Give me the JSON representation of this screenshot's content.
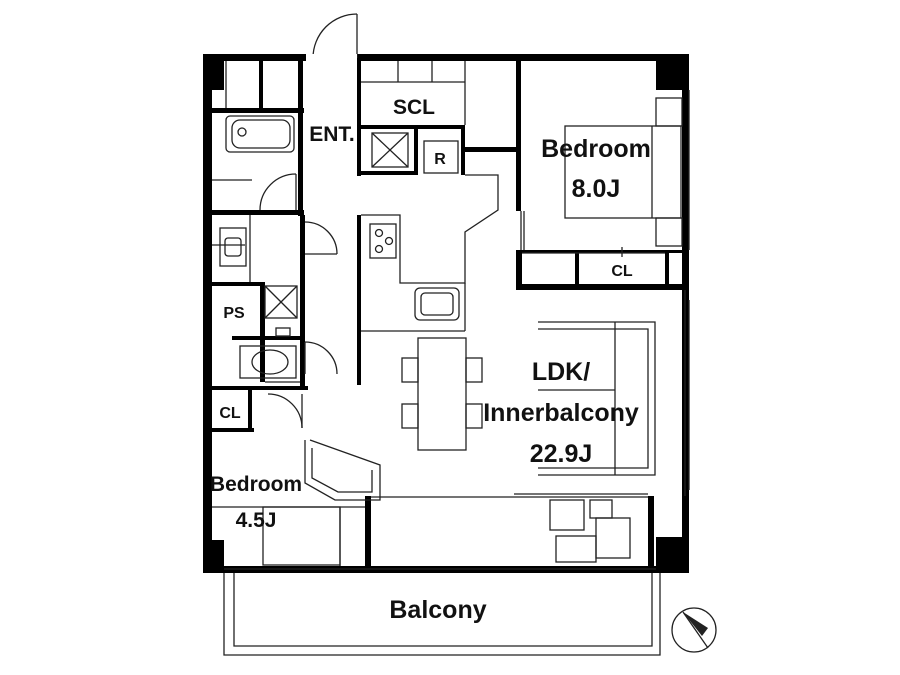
{
  "rooms": {
    "entrance": "ENT.",
    "shoe_closet": "SCL",
    "refrigerator": "R",
    "bedroom1_name": "Bedroom",
    "bedroom1_size": "8.0J",
    "bedroom1_closet": "CL",
    "pipe_space": "PS",
    "ldk_line1": "LDK/",
    "ldk_line2": "Innerbalcony",
    "ldk_size": "22.9J",
    "bedroom2_closet": "CL",
    "bedroom2_name": "Bedroom",
    "bedroom2_size": "4.5J",
    "balcony": "Balcony"
  },
  "colors": {
    "wall": "#000000",
    "line": "#222222",
    "background": "#ffffff"
  },
  "icons": [
    "entrance-door-icon",
    "bathtub-icon",
    "washbasin-icon",
    "washing-machine-icon",
    "toilet-icon",
    "stove-icon",
    "kitchen-sink-icon",
    "dining-table-icon",
    "bed-icon",
    "sofa-icon",
    "compass-icon"
  ]
}
